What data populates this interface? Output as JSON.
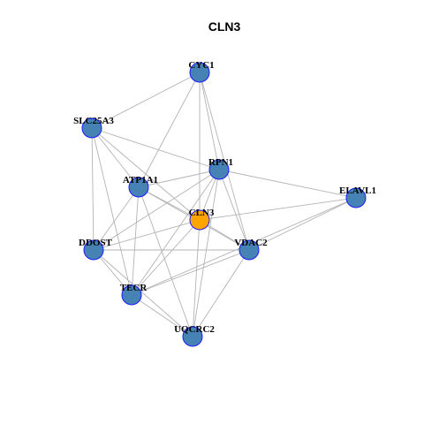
{
  "title": "CLN3",
  "colors": {
    "default_node": "#4682b4",
    "highlight_node": "#ffa500",
    "node_border": "#1a1aff",
    "edge": "#b3b3b3"
  },
  "nodes": [
    {
      "id": "CYC1",
      "label": "CYC1",
      "highlight": false
    },
    {
      "id": "SLC25A3",
      "label": "SLC25A3",
      "highlight": false
    },
    {
      "id": "RPN1",
      "label": "RPN1",
      "highlight": false
    },
    {
      "id": "ATP1A1",
      "label": "ATP1A1",
      "highlight": false
    },
    {
      "id": "ELAVL1",
      "label": "ELAVL1",
      "highlight": false
    },
    {
      "id": "CLN3",
      "label": "CLN3",
      "highlight": true
    },
    {
      "id": "DDOST",
      "label": "DDOST",
      "highlight": false
    },
    {
      "id": "VDAC2",
      "label": "VDAC2",
      "highlight": false
    },
    {
      "id": "TECR",
      "label": "TECR",
      "highlight": false
    },
    {
      "id": "UQCRC2",
      "label": "UQCRC2",
      "highlight": false
    }
  ],
  "edges": [
    [
      "CYC1",
      "SLC25A3"
    ],
    [
      "CYC1",
      "ATP1A1"
    ],
    [
      "CYC1",
      "RPN1"
    ],
    [
      "CYC1",
      "CLN3"
    ],
    [
      "CYC1",
      "VDAC2"
    ],
    [
      "SLC25A3",
      "RPN1"
    ],
    [
      "SLC25A3",
      "ATP1A1"
    ],
    [
      "SLC25A3",
      "CLN3"
    ],
    [
      "SLC25A3",
      "DDOST"
    ],
    [
      "SLC25A3",
      "TECR"
    ],
    [
      "RPN1",
      "ATP1A1"
    ],
    [
      "RPN1",
      "ELAVL1"
    ],
    [
      "RPN1",
      "CLN3"
    ],
    [
      "RPN1",
      "VDAC2"
    ],
    [
      "RPN1",
      "TECR"
    ],
    [
      "RPN1",
      "UQCRC2"
    ],
    [
      "RPN1",
      "DDOST"
    ],
    [
      "ATP1A1",
      "CLN3"
    ],
    [
      "ATP1A1",
      "VDAC2"
    ],
    [
      "ATP1A1",
      "TECR"
    ],
    [
      "ATP1A1",
      "UQCRC2"
    ],
    [
      "ATP1A1",
      "DDOST"
    ],
    [
      "ELAVL1",
      "CLN3"
    ],
    [
      "ELAVL1",
      "VDAC2"
    ],
    [
      "ELAVL1",
      "TECR"
    ],
    [
      "CLN3",
      "DDOST"
    ],
    [
      "CLN3",
      "VDAC2"
    ],
    [
      "CLN3",
      "TECR"
    ],
    [
      "CLN3",
      "UQCRC2"
    ],
    [
      "DDOST",
      "VDAC2"
    ],
    [
      "DDOST",
      "TECR"
    ],
    [
      "DDOST",
      "UQCRC2"
    ],
    [
      "VDAC2",
      "TECR"
    ],
    [
      "VDAC2",
      "UQCRC2"
    ],
    [
      "TECR",
      "UQCRC2"
    ]
  ]
}
